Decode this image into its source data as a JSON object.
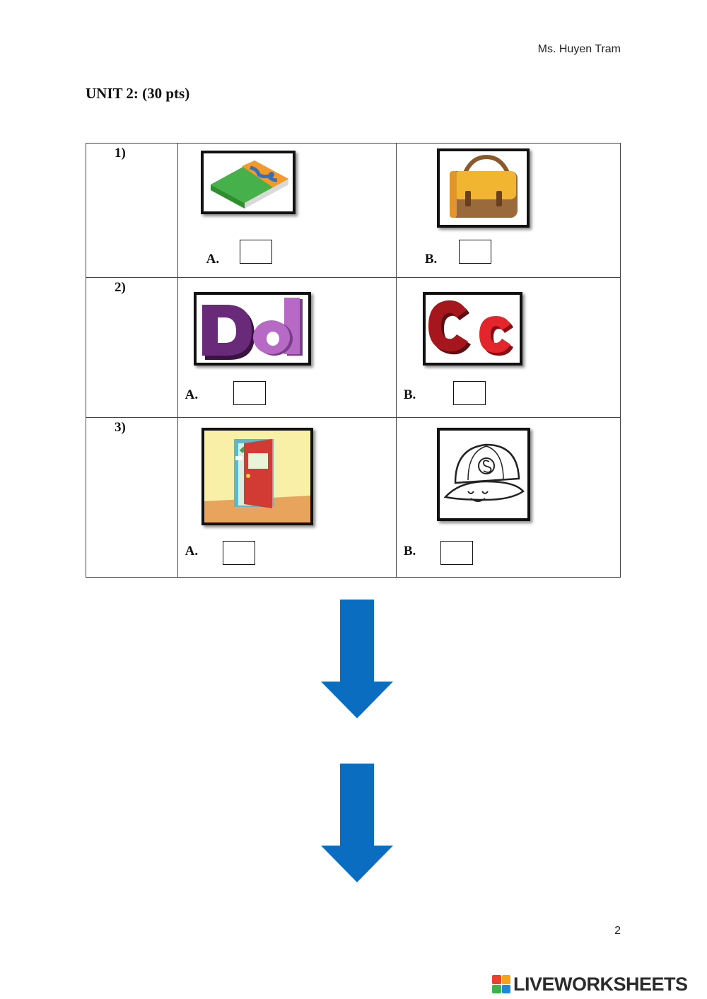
{
  "header": {
    "author": "Ms. Huyen Tram"
  },
  "unit": {
    "title": "UNIT 2: (30 pts)"
  },
  "questions": [
    {
      "number": "1)",
      "option_a": {
        "label": "A.",
        "picture": "book-picture"
      },
      "option_b": {
        "label": "B.",
        "picture": "schoolbag-picture"
      }
    },
    {
      "number": "2)",
      "option_a": {
        "label": "A.",
        "picture": "letter-dd-picture"
      },
      "option_b": {
        "label": "B.",
        "picture": "letter-cc-picture"
      }
    },
    {
      "number": "3)",
      "option_a": {
        "label": "A.",
        "picture": "door-picture"
      },
      "option_b": {
        "label": "B.",
        "picture": "cap-picture"
      }
    }
  ],
  "footer": {
    "page_number": "2",
    "brand": "LIVEWORKSHEETS"
  },
  "colors": {
    "arrow": "#0a6dbf",
    "brand_logo": [
      "#e8412c",
      "#f6a31b",
      "#3bb54a",
      "#1e88d6"
    ]
  },
  "icons": [
    "down-arrow-icon",
    "down-arrow-icon"
  ]
}
